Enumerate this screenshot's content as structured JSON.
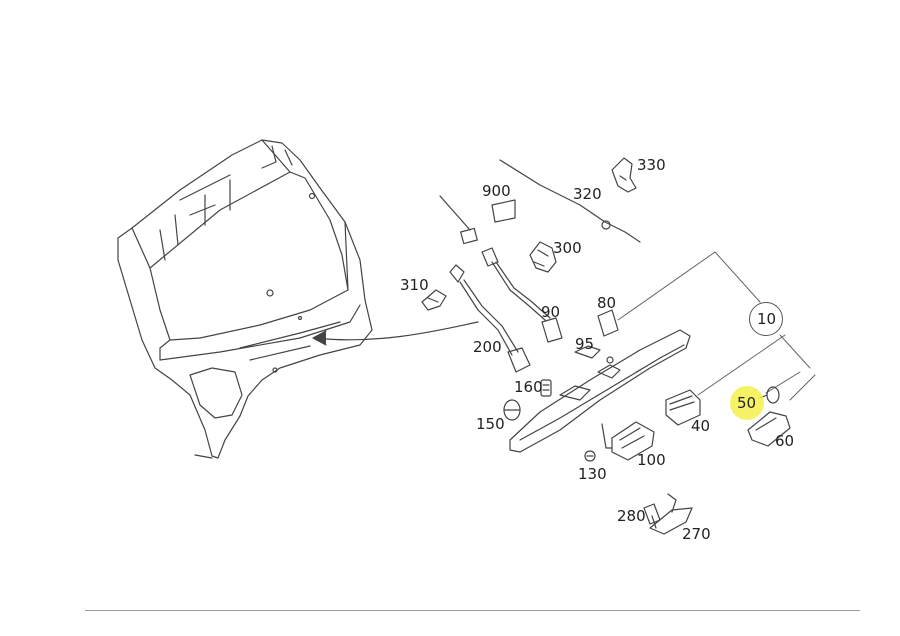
{
  "diagram": {
    "labels": {
      "p10": "10",
      "p40": "40",
      "p50": "50",
      "p60": "60",
      "p80": "80",
      "p90": "90",
      "p95": "95",
      "p100": "100",
      "p130": "130",
      "p150": "150",
      "p160": "160",
      "p200": "200",
      "p270": "270",
      "p280": "280",
      "p300": "300",
      "p310": "310",
      "p320": "320",
      "p330": "330",
      "p900": "900"
    },
    "highlight_part": "50",
    "colors": {
      "line": "#555555",
      "highlight": "#f4f04a",
      "rule": "#9a9a9a"
    }
  }
}
